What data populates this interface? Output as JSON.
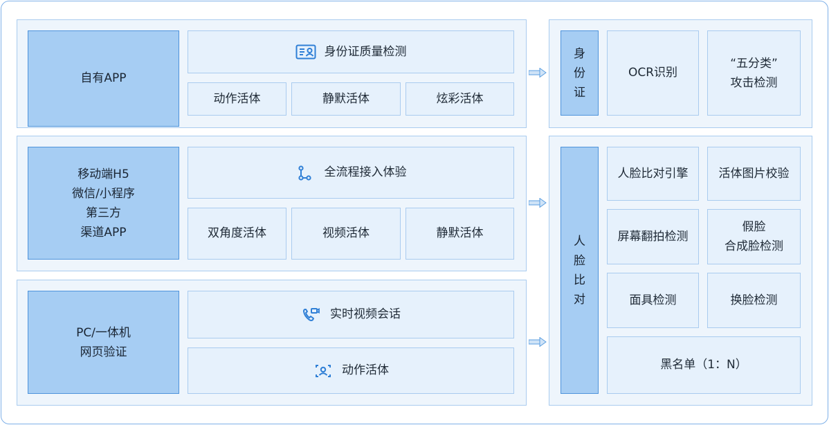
{
  "rows": [
    {
      "source": [
        "自有APP"
      ],
      "feature": {
        "label": "身份证质量检测",
        "icon": "id-card-icon"
      },
      "subs": [
        "动作活体",
        "静默活体",
        "炫彩活体"
      ]
    },
    {
      "source": [
        "移动端H5",
        "微信/小程序",
        "第三方",
        "渠道APP"
      ],
      "feature": {
        "label": "全流程接入体验",
        "icon": "flow-icon"
      },
      "subs": [
        "双角度活体",
        "视频活体",
        "静默活体"
      ]
    },
    {
      "source": [
        "PC/一体机",
        "网页验证"
      ],
      "feature": {
        "label": "实时视频会话",
        "icon": "video-call-icon"
      },
      "feature2": {
        "label": "动作活体",
        "icon": "face-scan-icon"
      }
    }
  ],
  "id_panel": {
    "title": [
      "身",
      "份",
      "证"
    ],
    "items": [
      [
        "OCR识别"
      ],
      [
        "“五分类”",
        "攻击检测"
      ]
    ]
  },
  "face_panel": {
    "title": [
      "人",
      "脸",
      "比",
      "对"
    ],
    "items": [
      [
        "人脸比对引擎"
      ],
      [
        "活体图片校验"
      ],
      [
        "屏幕翻拍检测"
      ],
      [
        "假脸",
        "合成脸检测"
      ],
      [
        "面具检测"
      ],
      [
        "换脸检测"
      ]
    ],
    "blacklist": "黑名单（1：N）"
  },
  "colors": {
    "accent": "#2f7fd6",
    "panel_bg": "#eef5fc",
    "cell_bg": "#e6f1fc",
    "dark_bg": "#a6cdf3"
  }
}
